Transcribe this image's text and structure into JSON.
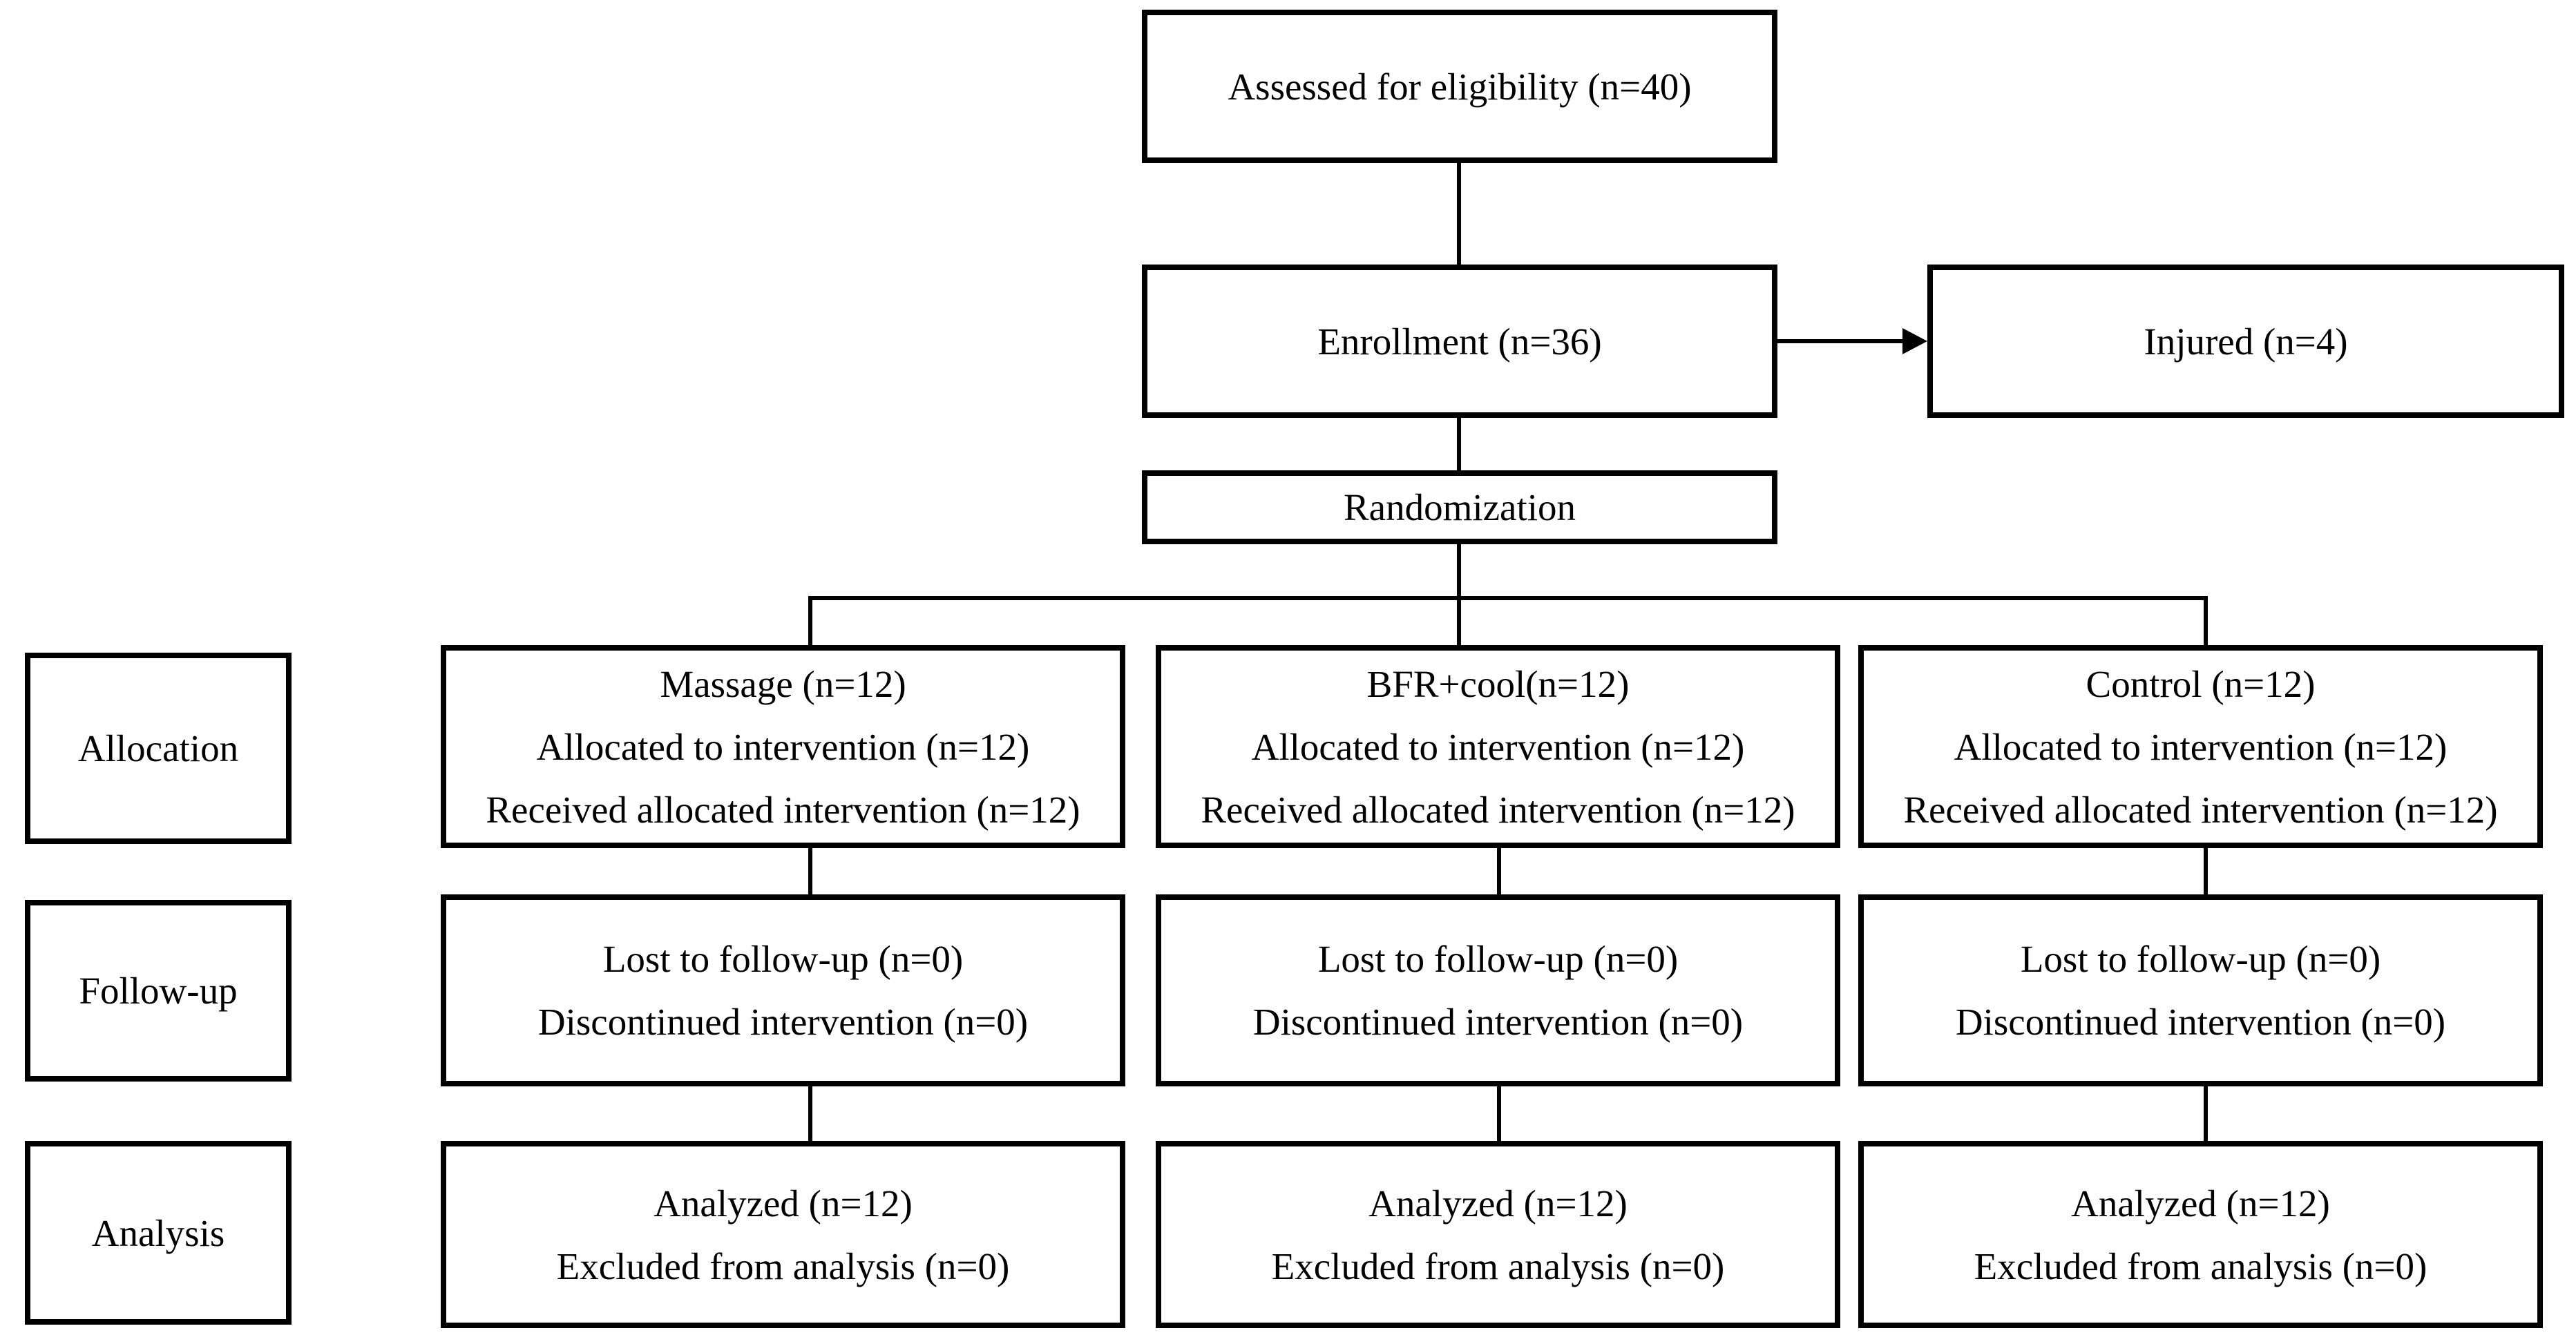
{
  "colors": {
    "line": "#000000",
    "text": "#000000",
    "background": "#ffffff",
    "box_fill": "#ffffff"
  },
  "flow": {
    "assessed": "Assessed for eligibility (n=40)",
    "enrollment": "Enrollment (n=36)",
    "injured": "Injured (n=4)",
    "randomization": "Randomization"
  },
  "stage_labels": {
    "allocation": "Allocation",
    "followup": "Follow-up",
    "analysis": "Analysis"
  },
  "groups": [
    {
      "allocation": [
        "Massage (n=12)",
        "Allocated to intervention (n=12)",
        "Received allocated intervention (n=12)"
      ],
      "followup": [
        "Lost to follow-up (n=0)",
        "Discontinued intervention (n=0)"
      ],
      "analysis": [
        "Analyzed (n=12)",
        "Excluded from analysis (n=0)"
      ]
    },
    {
      "allocation": [
        "BFR+cool(n=12)",
        "Allocated to intervention (n=12)",
        "Received allocated intervention (n=12)"
      ],
      "followup": [
        "Lost to follow-up (n=0)",
        "Discontinued intervention (n=0)"
      ],
      "analysis": [
        "Analyzed (n=12)",
        "Excluded from analysis (n=0)"
      ]
    },
    {
      "allocation": [
        "Control (n=12)",
        "Allocated to intervention (n=12)",
        "Received allocated intervention (n=12)"
      ],
      "followup": [
        "Lost to follow-up (n=0)",
        "Discontinued intervention (n=0)"
      ],
      "analysis": [
        "Analyzed (n=12)",
        "Excluded from analysis (n=0)"
      ]
    }
  ]
}
